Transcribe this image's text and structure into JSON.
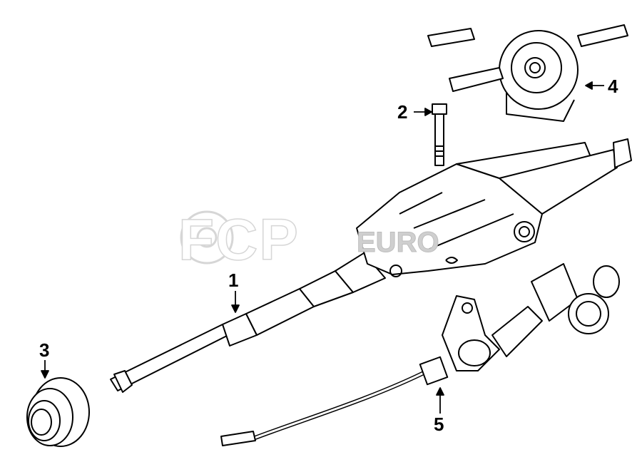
{
  "diagram": {
    "title": "Steering Column Assembly",
    "callouts": [
      {
        "number": "1",
        "part": "steering-column"
      },
      {
        "number": "2",
        "part": "bolt"
      },
      {
        "number": "3",
        "part": "bushing"
      },
      {
        "number": "4",
        "part": "combination-switch"
      },
      {
        "number": "5",
        "part": "shift-cable"
      }
    ],
    "watermark": {
      "brand": "FCP",
      "sub": "EURO"
    }
  }
}
